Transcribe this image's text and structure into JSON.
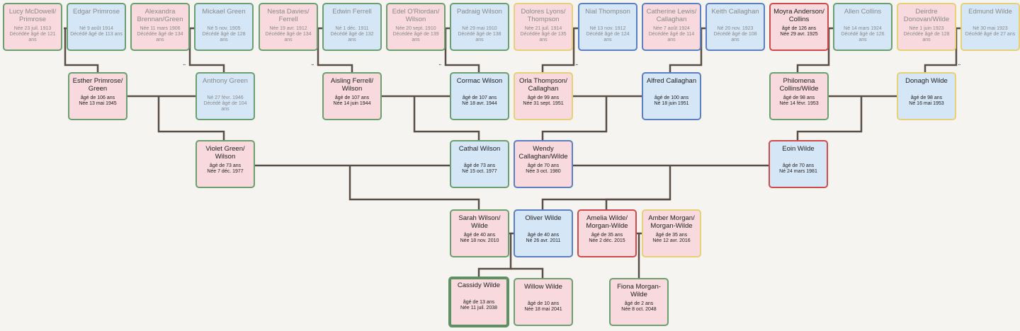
{
  "people": {
    "lucy": {
      "name": "Lucy McDowell/ Primrose",
      "info": "Née 23 juil. 1913\nDécédée âgé de 121 ans"
    },
    "edgar": {
      "name": "Edgar Primrose",
      "info": "Né 9 août 1914\nDécédé âgé de 113 ans"
    },
    "alexandra": {
      "name": "Alexandra Brennan/Green",
      "info": "Née 11 mars 1906\nDécédée âgé de 134 ans"
    },
    "mickael": {
      "name": "Mickael Green",
      "info": "Né 5 nov. 1905\nDécédé âgé de 128 ans"
    },
    "nesta": {
      "name": "Nesta Davies/ Ferrell",
      "info": "Née 19 avr. 1912\nDécédée âgé de 134 ans"
    },
    "edwin": {
      "name": "Edwin Ferrell",
      "info": "Né 1 déc. 1911\nDécédé âgé de 132 ans"
    },
    "edel": {
      "name": "Edel O'Riordan/ Wilson",
      "info": "Née 20 sept. 1910\nDécédée âgé de 139 ans"
    },
    "padraig": {
      "name": "Padraig Wilson",
      "info": "Né 29 mai 1910\nDécédé âgé de 138 ans"
    },
    "dolores": {
      "name": "Dolores Lyons/ Thompson",
      "info": "Née 21 juil. 1914\nDécédée âgé de 135 ans"
    },
    "nial": {
      "name": "Nial Thompson",
      "info": "Né 13 nov. 1912\nDécédé âgé de 124 ans"
    },
    "catherine": {
      "name": "Catherine Lewis/ Callaghan",
      "info": "Née 7 août 1924\nDécédée âgé de 114 ans"
    },
    "keith": {
      "name": "Keith Callaghan",
      "info": "Né 20 nov. 1923\nDécédé âgé de 108 ans"
    },
    "moyra": {
      "name": "Moyra Anderson/ Collins",
      "info": "âgé de 126 ans\nNée 29 avr. 1925"
    },
    "allen": {
      "name": "Allen Collins",
      "info": "Né 14 mars 1924\nDécédé âgé de 126 ans"
    },
    "deirdre": {
      "name": "Deirdre Donovan/Wilde",
      "info": "Née 1 juin 1923\nDécédée âgé de 128 ans"
    },
    "edmund": {
      "name": "Edmund Wilde",
      "info": "Né 30 mai 1923\nDécédé âgé de 27 ans"
    },
    "esther": {
      "name": "Esther Primrose/ Green",
      "info": "âgé de 106 ans\nNée 13 mai 1945"
    },
    "anthony": {
      "name": "Anthony Green",
      "info": "Né 27 févr. 1946\nDécédé âgé de 104 ans"
    },
    "aisling": {
      "name": "Aisling Ferrell/ Wilson",
      "info": "âgé de 107 ans\nNée 14 juin 1944"
    },
    "cormac": {
      "name": "Cormac Wilson",
      "info": "âgé de 107 ans\nNé 18 avr. 1944"
    },
    "orla": {
      "name": "Orla Thompson/ Callaghan",
      "info": "âgé de 99 ans\nNée 31 sept. 1951"
    },
    "alfred": {
      "name": "Alfred Callaghan",
      "info": "âgé de 100 ans\nNé 18 juin 1951"
    },
    "philomena": {
      "name": "Philomena Collins/Wilde",
      "info": "âgé de 98 ans\nNée 14 févr. 1953"
    },
    "donagh": {
      "name": "Donagh Wilde",
      "info": "âgé de 98 ans\nNé 16 mai 1953"
    },
    "violet": {
      "name": "Violet Green/ Wilson",
      "info": "âgé de 73 ans\nNée 7 déc. 1977"
    },
    "cathal": {
      "name": "Cathal Wilson",
      "info": "âgé de 73 ans\nNé 15 oct. 1977"
    },
    "wendy": {
      "name": "Wendy Callaghan/Wilde",
      "info": "âgé de 70 ans\nNée 3 oct. 1980"
    },
    "eoin": {
      "name": "Eoin Wilde",
      "info": "âgé de 70 ans\nNé 24 mars 1981"
    },
    "sarah": {
      "name": "Sarah Wilson/ Wilde",
      "info": "âgé de 40 ans\nNée 18 nov. 2010"
    },
    "oliver": {
      "name": "Oliver Wilde",
      "info": "âgé de 40 ans\nNé 26 avr. 2011"
    },
    "amelia": {
      "name": "Amelia Wilde/ Morgan-Wilde",
      "info": "âgé de 35 ans\nNée 2 déc. 2015"
    },
    "amber": {
      "name": "Amber Morgan/ Morgan-Wilde",
      "info": "âgé de 35 ans\nNée 12 avr. 2016"
    },
    "cassidy": {
      "name": "Cassidy Wilde",
      "info": "âgé de 13 ans\nNée 11 juil. 2038"
    },
    "willow": {
      "name": "Willow Wilde",
      "info": "âgé de 10 ans\nNée 18 mai 2041"
    },
    "fiona": {
      "name": "Fiona Morgan- Wilde",
      "info": "âgé de 2 ans\nNée 8 oct. 2048"
    }
  },
  "more_marker": "..",
  "colors": {
    "female_fill": "#f7d9de",
    "male_fill": "#d5e6f6",
    "border_green": "#6aa070",
    "border_blue": "#5a7fc2",
    "border_red": "#cf4a4a",
    "border_yellow": "#e6d179",
    "line": "#5a4d44"
  }
}
